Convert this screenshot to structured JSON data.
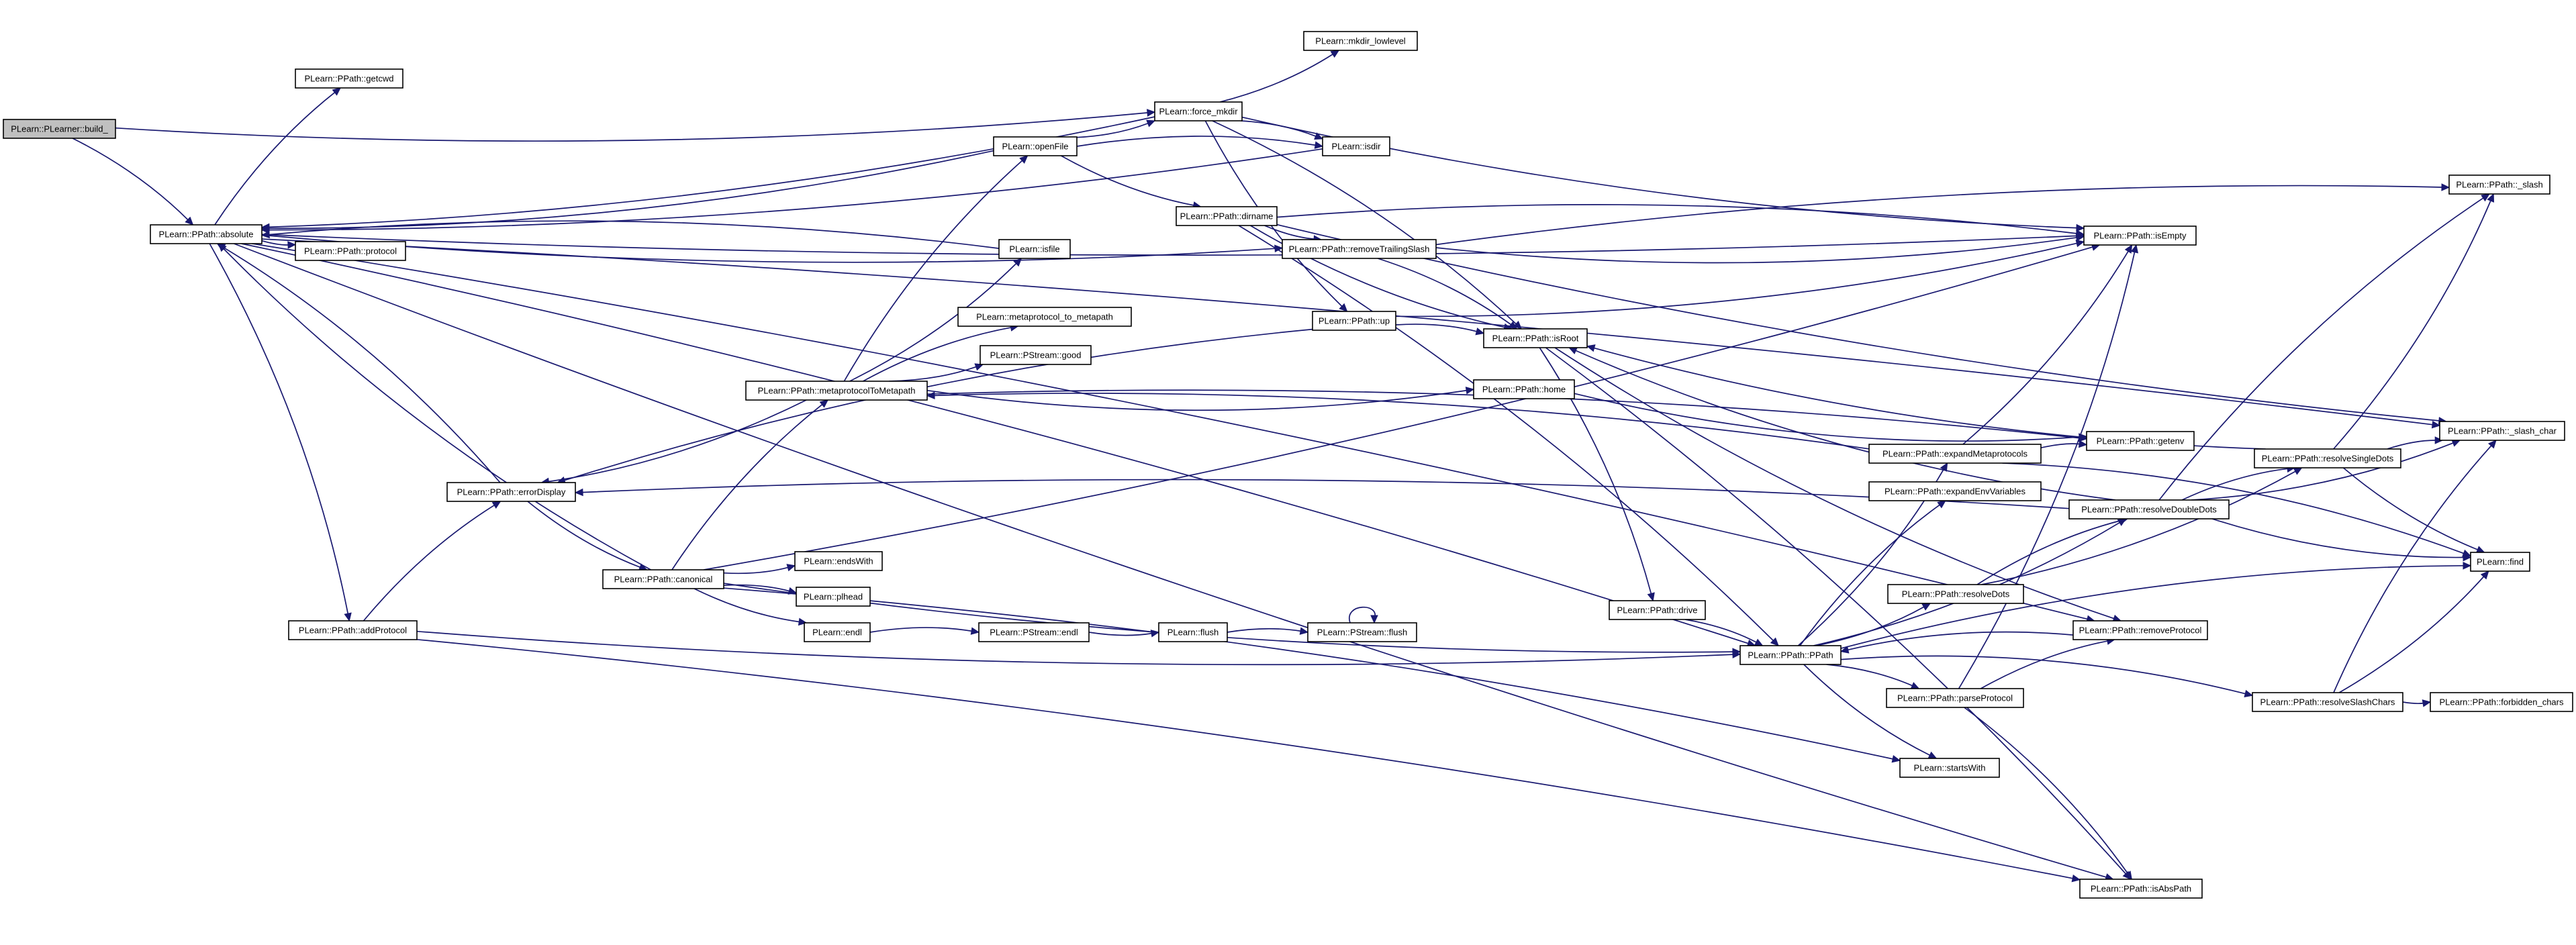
{
  "graph": {
    "nodes": [
      {
        "id": "build",
        "label": "PLearn::PLearner::build_",
        "root": true
      },
      {
        "id": "absolute",
        "label": "PLearn::PPath::absolute"
      },
      {
        "id": "getcwd",
        "label": "PLearn::PPath::getcwd"
      },
      {
        "id": "protocol",
        "label": "PLearn::PPath::protocol"
      },
      {
        "id": "errorDisplay",
        "label": "PLearn::PPath::errorDisplay"
      },
      {
        "id": "addProtocol",
        "label": "PLearn::PPath::addProtocol"
      },
      {
        "id": "canonical",
        "label": "PLearn::PPath::canonical"
      },
      {
        "id": "endsWith",
        "label": "PLearn::endsWith"
      },
      {
        "id": "plhead",
        "label": "PLearn::plhead"
      },
      {
        "id": "endl",
        "label": "PLearn::endl"
      },
      {
        "id": "pstream_endl",
        "label": "PLearn::PStream::endl"
      },
      {
        "id": "flush",
        "label": "PLearn::flush"
      },
      {
        "id": "pstream_flush",
        "label": "PLearn::PStream::flush"
      },
      {
        "id": "metaToMeta",
        "label": "PLearn::PPath::metaprotocolToMetapath"
      },
      {
        "id": "isfile",
        "label": "PLearn::isfile"
      },
      {
        "id": "meta_to_meta",
        "label": "PLearn::metaprotocol_to_metapath"
      },
      {
        "id": "pstream_good",
        "label": "PLearn::PStream::good"
      },
      {
        "id": "openFile",
        "label": "PLearn::openFile"
      },
      {
        "id": "force_mkdir",
        "label": "PLearn::force_mkdir"
      },
      {
        "id": "mkdir_lowlevel",
        "label": "PLearn::mkdir_lowlevel"
      },
      {
        "id": "isdir",
        "label": "PLearn::isdir"
      },
      {
        "id": "dirname",
        "label": "PLearn::PPath::dirname"
      },
      {
        "id": "removeTrailingSlash",
        "label": "PLearn::PPath::removeTrailingSlash"
      },
      {
        "id": "up",
        "label": "PLearn::PPath::up"
      },
      {
        "id": "isRoot",
        "label": "PLearn::PPath::isRoot"
      },
      {
        "id": "home",
        "label": "PLearn::PPath::home"
      },
      {
        "id": "drive",
        "label": "PLearn::PPath::drive"
      },
      {
        "id": "ppath",
        "label": "PLearn::PPath::PPath"
      },
      {
        "id": "expandMeta",
        "label": "PLearn::PPath::expandMetaprotocols"
      },
      {
        "id": "expandEnv",
        "label": "PLearn::PPath::expandEnvVariables"
      },
      {
        "id": "resolveDots",
        "label": "PLearn::PPath::resolveDots"
      },
      {
        "id": "parseProtocol",
        "label": "PLearn::PPath::parseProtocol"
      },
      {
        "id": "startsWith",
        "label": "PLearn::startsWith"
      },
      {
        "id": "isEmpty",
        "label": "PLearn::PPath::isEmpty"
      },
      {
        "id": "getenv",
        "label": "PLearn::PPath::getenv"
      },
      {
        "id": "removeProtocol",
        "label": "PLearn::PPath::removeProtocol"
      },
      {
        "id": "isAbsPath",
        "label": "PLearn::PPath::isAbsPath"
      },
      {
        "id": "resolveDoubleDots",
        "label": "PLearn::PPath::resolveDoubleDots"
      },
      {
        "id": "resolveSingleDots",
        "label": "PLearn::PPath::resolveSingleDots"
      },
      {
        "id": "resolveSlashChars",
        "label": "PLearn::PPath::resolveSlashChars"
      },
      {
        "id": "forbidden_chars",
        "label": "PLearn::PPath::forbidden_chars"
      },
      {
        "id": "slash",
        "label": "PLearn::PPath::_slash"
      },
      {
        "id": "slash_char",
        "label": "PLearn::PPath::_slash_char"
      },
      {
        "id": "find",
        "label": "PLearn::find"
      }
    ],
    "edges": [
      [
        "build",
        "absolute"
      ],
      [
        "build",
        "force_mkdir"
      ],
      [
        "absolute",
        "getcwd"
      ],
      [
        "absolute",
        "protocol"
      ],
      [
        "absolute",
        "addProtocol"
      ],
      [
        "absolute",
        "removeTrailingSlash"
      ],
      [
        "absolute",
        "ppath"
      ],
      [
        "absolute",
        "isEmpty"
      ],
      [
        "absolute",
        "slash_char"
      ],
      [
        "absolute",
        "isAbsPath"
      ],
      [
        "absolute",
        "removeProtocol"
      ],
      [
        "errorDisplay",
        "absolute"
      ],
      [
        "addProtocol",
        "errorDisplay"
      ],
      [
        "addProtocol",
        "ppath"
      ],
      [
        "addProtocol",
        "isAbsPath"
      ],
      [
        "errorDisplay",
        "canonical"
      ],
      [
        "canonical",
        "absolute"
      ],
      [
        "canonical",
        "endsWith"
      ],
      [
        "canonical",
        "plhead"
      ],
      [
        "canonical",
        "endl"
      ],
      [
        "canonical",
        "metaToMeta"
      ],
      [
        "canonical",
        "ppath"
      ],
      [
        "canonical",
        "startsWith"
      ],
      [
        "canonical",
        "isEmpty"
      ],
      [
        "endl",
        "pstream_endl"
      ],
      [
        "pstream_endl",
        "flush"
      ],
      [
        "flush",
        "pstream_flush"
      ],
      [
        "pstream_flush",
        "pstream_flush"
      ],
      [
        "metaToMeta",
        "errorDisplay"
      ],
      [
        "metaToMeta",
        "isfile"
      ],
      [
        "metaToMeta",
        "meta_to_meta"
      ],
      [
        "metaToMeta",
        "pstream_good"
      ],
      [
        "metaToMeta",
        "openFile"
      ],
      [
        "metaToMeta",
        "home"
      ],
      [
        "metaToMeta",
        "getenv"
      ],
      [
        "isfile",
        "absolute"
      ],
      [
        "openFile",
        "absolute"
      ],
      [
        "openFile",
        "force_mkdir"
      ],
      [
        "openFile",
        "isdir"
      ],
      [
        "openFile",
        "dirname"
      ],
      [
        "force_mkdir",
        "absolute"
      ],
      [
        "force_mkdir",
        "mkdir_lowlevel"
      ],
      [
        "force_mkdir",
        "isdir"
      ],
      [
        "force_mkdir",
        "isEmpty"
      ],
      [
        "force_mkdir",
        "isRoot"
      ],
      [
        "force_mkdir",
        "up"
      ],
      [
        "isdir",
        "absolute"
      ],
      [
        "dirname",
        "removeTrailingSlash"
      ],
      [
        "dirname",
        "isEmpty"
      ],
      [
        "dirname",
        "isRoot"
      ],
      [
        "dirname",
        "ppath"
      ],
      [
        "dirname",
        "slash_char"
      ],
      [
        "removeTrailingSlash",
        "isRoot"
      ],
      [
        "removeTrailingSlash",
        "isEmpty"
      ],
      [
        "removeTrailingSlash",
        "slash"
      ],
      [
        "up",
        "errorDisplay"
      ],
      [
        "up",
        "isRoot"
      ],
      [
        "up",
        "isEmpty"
      ],
      [
        "isRoot",
        "drive"
      ],
      [
        "isRoot",
        "removeProtocol"
      ],
      [
        "isRoot",
        "isAbsPath"
      ],
      [
        "home",
        "getenv"
      ],
      [
        "drive",
        "ppath"
      ],
      [
        "expandMeta",
        "metaToMeta"
      ],
      [
        "expandMeta",
        "getenv"
      ],
      [
        "expandMeta",
        "isEmpty"
      ],
      [
        "expandMeta",
        "find"
      ],
      [
        "ppath",
        "expandMeta"
      ],
      [
        "ppath",
        "expandEnv"
      ],
      [
        "ppath",
        "resolveDots"
      ],
      [
        "ppath",
        "parseProtocol"
      ],
      [
        "ppath",
        "startsWith"
      ],
      [
        "ppath",
        "resolveSlashChars"
      ],
      [
        "ppath",
        "resolveDoubleDots"
      ],
      [
        "ppath",
        "find"
      ],
      [
        "removeProtocol",
        "ppath"
      ],
      [
        "resolveDots",
        "resolveDoubleDots"
      ],
      [
        "resolveDots",
        "resolveSingleDots"
      ],
      [
        "parseProtocol",
        "removeProtocol"
      ],
      [
        "parseProtocol",
        "isEmpty"
      ],
      [
        "parseProtocol",
        "isAbsPath"
      ],
      [
        "resolveDoubleDots",
        "errorDisplay"
      ],
      [
        "resolveDoubleDots",
        "slash"
      ],
      [
        "resolveDoubleDots",
        "slash_char"
      ],
      [
        "resolveDoubleDots",
        "isRoot"
      ],
      [
        "resolveDoubleDots",
        "find"
      ],
      [
        "resolveDoubleDots",
        "resolveSingleDots"
      ],
      [
        "resolveSingleDots",
        "slash"
      ],
      [
        "resolveSingleDots",
        "slash_char"
      ],
      [
        "resolveSingleDots",
        "find"
      ],
      [
        "resolveSingleDots",
        "isRoot"
      ],
      [
        "resolveSlashChars",
        "forbidden_chars"
      ],
      [
        "resolveSlashChars",
        "slash_char"
      ],
      [
        "resolveSlashChars",
        "find"
      ]
    ]
  }
}
